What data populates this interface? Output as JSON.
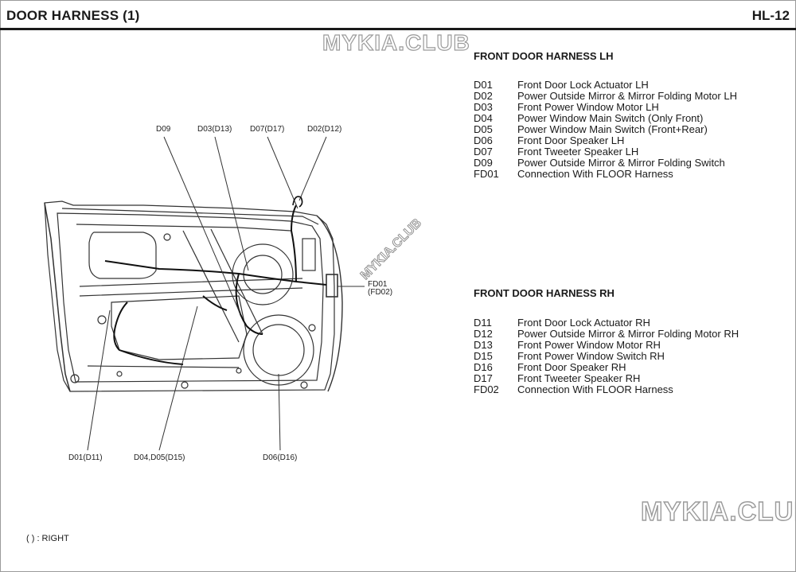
{
  "header": {
    "title": "DOOR HARNESS (1)",
    "page": "HL-12"
  },
  "watermarks": [
    "MYKIA.CLUB",
    "MYKIA.CLUB",
    "MYKIA.CLUB"
  ],
  "lh": {
    "title": "FRONT DOOR HARNESS LH",
    "items": [
      {
        "code": "D01",
        "desc": "Front Door Lock Actuator LH"
      },
      {
        "code": "D02",
        "desc": "Power Outside Mirror & Mirror Folding Motor LH"
      },
      {
        "code": "D03",
        "desc": "Front Power Window Motor LH"
      },
      {
        "code": "D04",
        "desc": "Power Window Main Switch (Only Front)"
      },
      {
        "code": "D05",
        "desc": "Power Window Main Switch (Front+Rear)"
      },
      {
        "code": "D06",
        "desc": "Front Door Speaker LH"
      },
      {
        "code": "D07",
        "desc": "Front Tweeter Speaker LH"
      },
      {
        "code": "D09",
        "desc": "Power Outside Mirror & Mirror Folding Switch"
      },
      {
        "code": "FD01",
        "desc": "Connection With FLOOR Harness"
      }
    ]
  },
  "rh": {
    "title": "FRONT DOOR HARNESS RH",
    "items": [
      {
        "code": "D11",
        "desc": "Front Door Lock Actuator RH"
      },
      {
        "code": "D12",
        "desc": "Power Outside Mirror & Mirror Folding Motor RH"
      },
      {
        "code": "D13",
        "desc": "Front Power Window Motor RH"
      },
      {
        "code": "D15",
        "desc": "Front Power Window Switch RH"
      },
      {
        "code": "D16",
        "desc": "Front Door Speaker RH"
      },
      {
        "code": "D17",
        "desc": "Front Tweeter Speaker RH"
      },
      {
        "code": "FD02",
        "desc": "Connection With FLOOR Harness"
      }
    ]
  },
  "callouts": {
    "d09": "D09",
    "d03": "D03(D13)",
    "d07": "D07(D17)",
    "d02": "D02(D12)",
    "fd01": "FD01",
    "fd02": "(FD02)",
    "d01": "D01(D11)",
    "d04": "D04,D05(D15)",
    "d06": "D06(D16)"
  },
  "legend": "(  ) : RIGHT"
}
